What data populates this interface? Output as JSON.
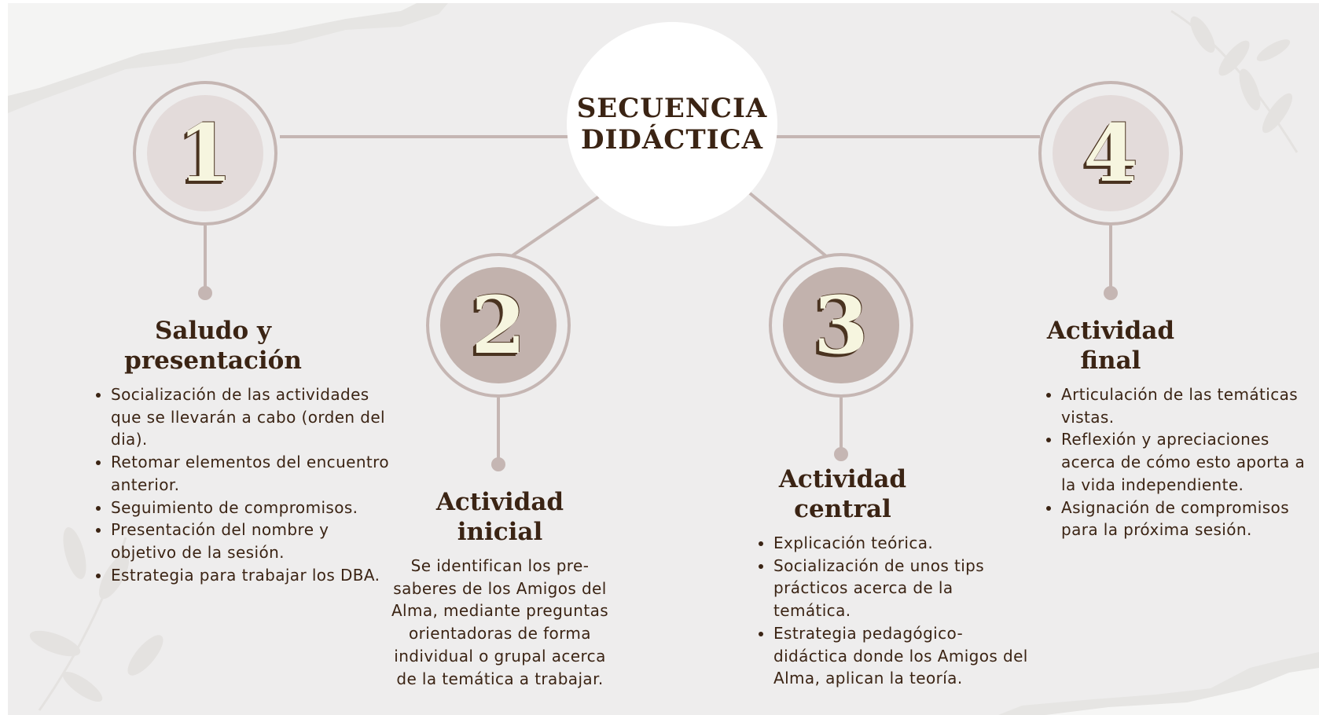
{
  "hub": {
    "title": "SECUENCIA\nDIDÁCTICA"
  },
  "colors": {
    "background": "#eeeded",
    "line": "#c5b6b3",
    "disc_light": "#e3dbda",
    "disc_dark": "#c2b2ad",
    "text": "#3b2414",
    "digit_fill": "#f6f5df"
  },
  "steps": [
    {
      "number": "1",
      "heading": "Saludo y\npresentación",
      "items": [
        "Socialización de las actividades que se llevarán a cabo (orden del dia).",
        "Retomar elementos del encuentro anterior.",
        "Seguimiento de compromisos.",
        "Presentación del nombre y objetivo de la sesión.",
        "Estrategia para trabajar los DBA."
      ]
    },
    {
      "number": "2",
      "heading": "Actividad\ninicial",
      "text": "Se identifican los pre-\nsaberes de los Amigos del\nAlma, mediante preguntas\norientadoras de forma\nindividual o grupal acerca\nde la temática a trabajar."
    },
    {
      "number": "3",
      "heading": "Actividad\ncentral",
      "items": [
        "Explicación teórica.",
        "Socialización de unos tips prácticos acerca de la temática.",
        "Estrategia pedagógico-didáctica donde los Amigos del Alma, aplican la teoría."
      ]
    },
    {
      "number": "4",
      "heading": "Actividad\nfinal",
      "items": [
        "Articulación de las temáticas vistas.",
        "Reflexión y apreciaciones acerca de cómo esto aporta a la vida independiente.",
        "Asignación de compromisos para la próxima sesión."
      ]
    }
  ]
}
